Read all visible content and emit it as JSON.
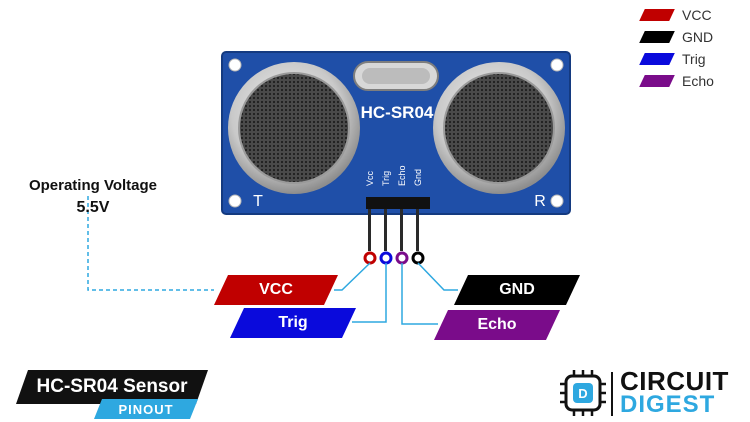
{
  "legend": [
    {
      "label": "VCC",
      "color": "#c00000"
    },
    {
      "label": "GND",
      "color": "#000000"
    },
    {
      "label": "Trig",
      "color": "#0a0adc"
    },
    {
      "label": "Echo",
      "color": "#7a0c8a"
    }
  ],
  "board": {
    "chip_label": "HC-SR04",
    "pin_labels": [
      "Vcc",
      "Trig",
      "Echo",
      "Gnd"
    ],
    "left_mark": "T",
    "right_mark": "R",
    "color": "#1f4fa8"
  },
  "annotation": {
    "line1": "Operating Voltage",
    "line2": "5.5V"
  },
  "pins": {
    "vcc": {
      "label": "VCC",
      "color": "#c00000"
    },
    "trig": {
      "label": "Trig",
      "color": "#0a0adc"
    },
    "gnd": {
      "label": "GND",
      "color": "#000000"
    },
    "echo": {
      "label": "Echo",
      "color": "#7a0c8a"
    }
  },
  "title": {
    "main": "HC-SR04 Sensor",
    "sub": "PINOUT"
  },
  "logo": {
    "word1": "CIRCUIT",
    "word2": "DIGEST",
    "icon": "chip-icon"
  },
  "accent_color": "#2ea8e0"
}
